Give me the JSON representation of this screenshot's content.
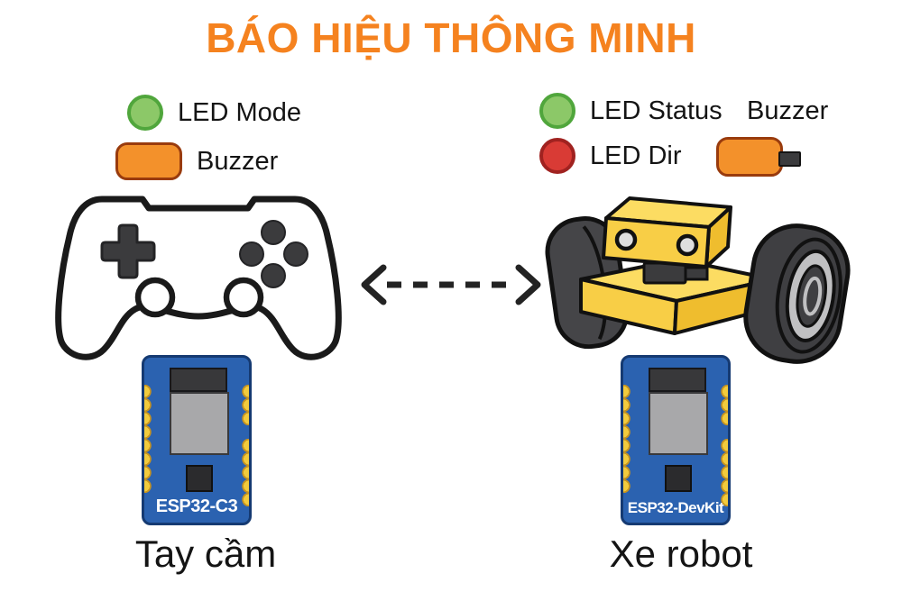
{
  "title": "BÁO HIỆU THÔNG MINH",
  "left_panel": {
    "legend": {
      "led_mode": "LED Mode",
      "buzzer": "Buzzer"
    },
    "illustration": "game-controller",
    "board_label": "ESP32-C3",
    "caption": "Tay cầm"
  },
  "right_panel": {
    "legend": {
      "led_status": "LED Status",
      "led_dir": "LED Dir",
      "buzzer": "Buzzer"
    },
    "illustration": "robot-car",
    "board_label": "ESP32-DevKit",
    "caption": "Xe robot"
  },
  "connection": "bidirectional-dashed-arrow",
  "colors": {
    "title_orange": "#F5821F",
    "led_green": "#8CC868",
    "led_green_border": "#50A63C",
    "led_red": "#D93B35",
    "led_red_border": "#A02220",
    "buzzer_fill": "#F3912B",
    "buzzer_border": "#993B0D",
    "board_blue": "#2B62B0",
    "pin_yellow": "#F2CB3D",
    "robot_yellow": "#F8CE46",
    "wheel_gray": "#454548"
  }
}
